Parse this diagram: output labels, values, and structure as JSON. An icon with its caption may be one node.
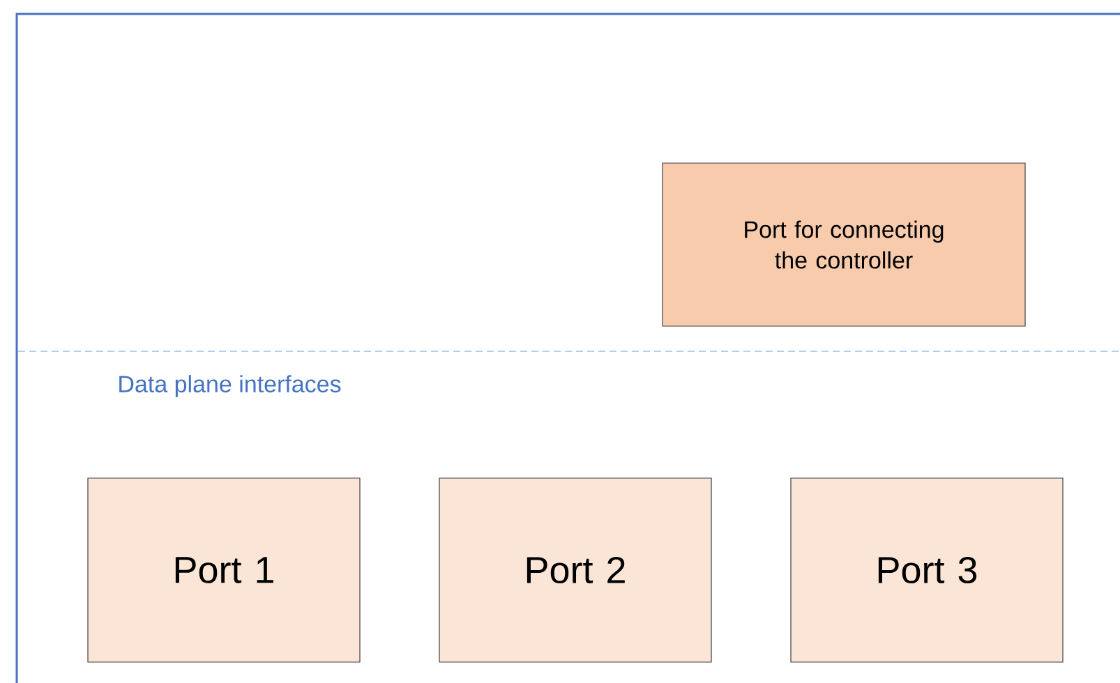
{
  "diagram": {
    "nodes": [
      {
        "text": [
          "Port for connecting the controller"
        ]
      },
      {
        "text": [
          "Port 1"
        ]
      },
      {
        "text": [
          "Port 2"
        ]
      },
      {
        "text": [
          "Port 3"
        ]
      }
    ],
    "labels": [
      "Data plane interfaces"
    ]
  }
}
